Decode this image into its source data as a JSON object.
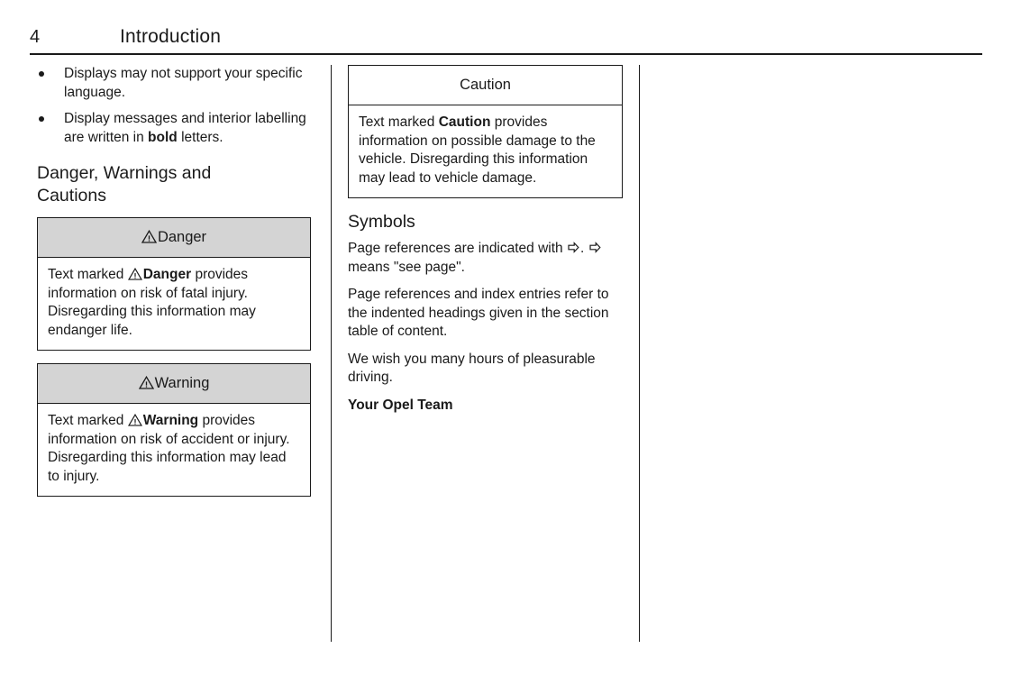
{
  "header": {
    "page_number": "4",
    "title": "Introduction"
  },
  "left_column": {
    "bullets": [
      {
        "text_before": "Displays may not support your specific language.",
        "bold": "",
        "text_after": ""
      },
      {
        "text_before": "Display messages and interior labelling are written in ",
        "bold": "bold",
        "text_after": " letters."
      }
    ],
    "section_heading": "Danger, Warnings and Cautions",
    "notices": [
      {
        "icon": "warning-triangle-icon",
        "head_label": "Danger",
        "head_shaded": true,
        "body_before": "Text marked ",
        "body_bold": "Danger",
        "body_after": " provides information on risk of fatal injury. Disregarding this information may endanger life."
      },
      {
        "icon": "warning-triangle-icon",
        "head_label": "Warning",
        "head_shaded": true,
        "body_before": "Text marked ",
        "body_bold": "Warning",
        "body_after": " provides information on risk of accident or injury. Disregarding this information may lead to injury."
      }
    ]
  },
  "right_column": {
    "notice": {
      "head_label": "Caution",
      "head_shaded": false,
      "body_before": "Text marked ",
      "body_bold": "Caution",
      "body_after": " provides information on possible damage to the vehicle. Disregarding this information may lead to vehicle damage."
    },
    "section_heading": "Symbols",
    "paragraphs": [
      {
        "parts": [
          {
            "type": "text",
            "value": "Page references are indicated with "
          },
          {
            "type": "icon",
            "value": "right-arrow-icon"
          },
          {
            "type": "text",
            "value": ". "
          },
          {
            "type": "icon",
            "value": "right-arrow-icon"
          },
          {
            "type": "text",
            "value": " means \"see page\"."
          }
        ]
      },
      {
        "parts": [
          {
            "type": "text",
            "value": "Page references and index entries refer to the indented headings given in the section table of content."
          }
        ]
      },
      {
        "parts": [
          {
            "type": "text",
            "value": "We wish you many hours of pleasurable driving."
          }
        ]
      }
    ],
    "signature": "Your Opel Team"
  },
  "colors": {
    "ink": "#1a1a1a",
    "notice_head_shade": "#d4d4d4",
    "page_background": "#ffffff"
  }
}
